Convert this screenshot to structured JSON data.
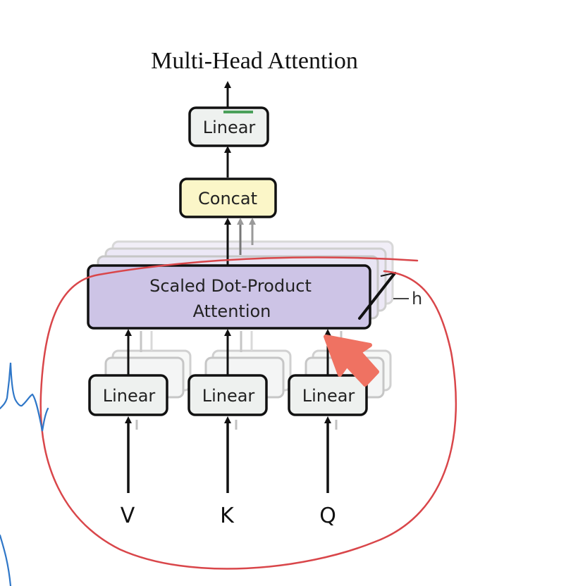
{
  "diagram": {
    "title": "Multi-Head Attention",
    "output_linear_label": "Linear",
    "concat_label": "Concat",
    "attention_label_line1": "Scaled Dot-Product",
    "attention_label_line2": "Attention",
    "heads_label": "h",
    "input_linear_labels": [
      "Linear",
      "Linear",
      "Linear"
    ],
    "inputs": [
      "V",
      "K",
      "Q"
    ]
  },
  "colors": {
    "linear_fill": "#eef1ef",
    "concat_fill": "#fbf6c8",
    "attention_fill": "#cdc4e6",
    "annotation_red": "#d9464a",
    "pointer_salmon": "#ef7262",
    "pen_blue": "#2f77c8",
    "linear_top_mark": "#4aa05a"
  }
}
